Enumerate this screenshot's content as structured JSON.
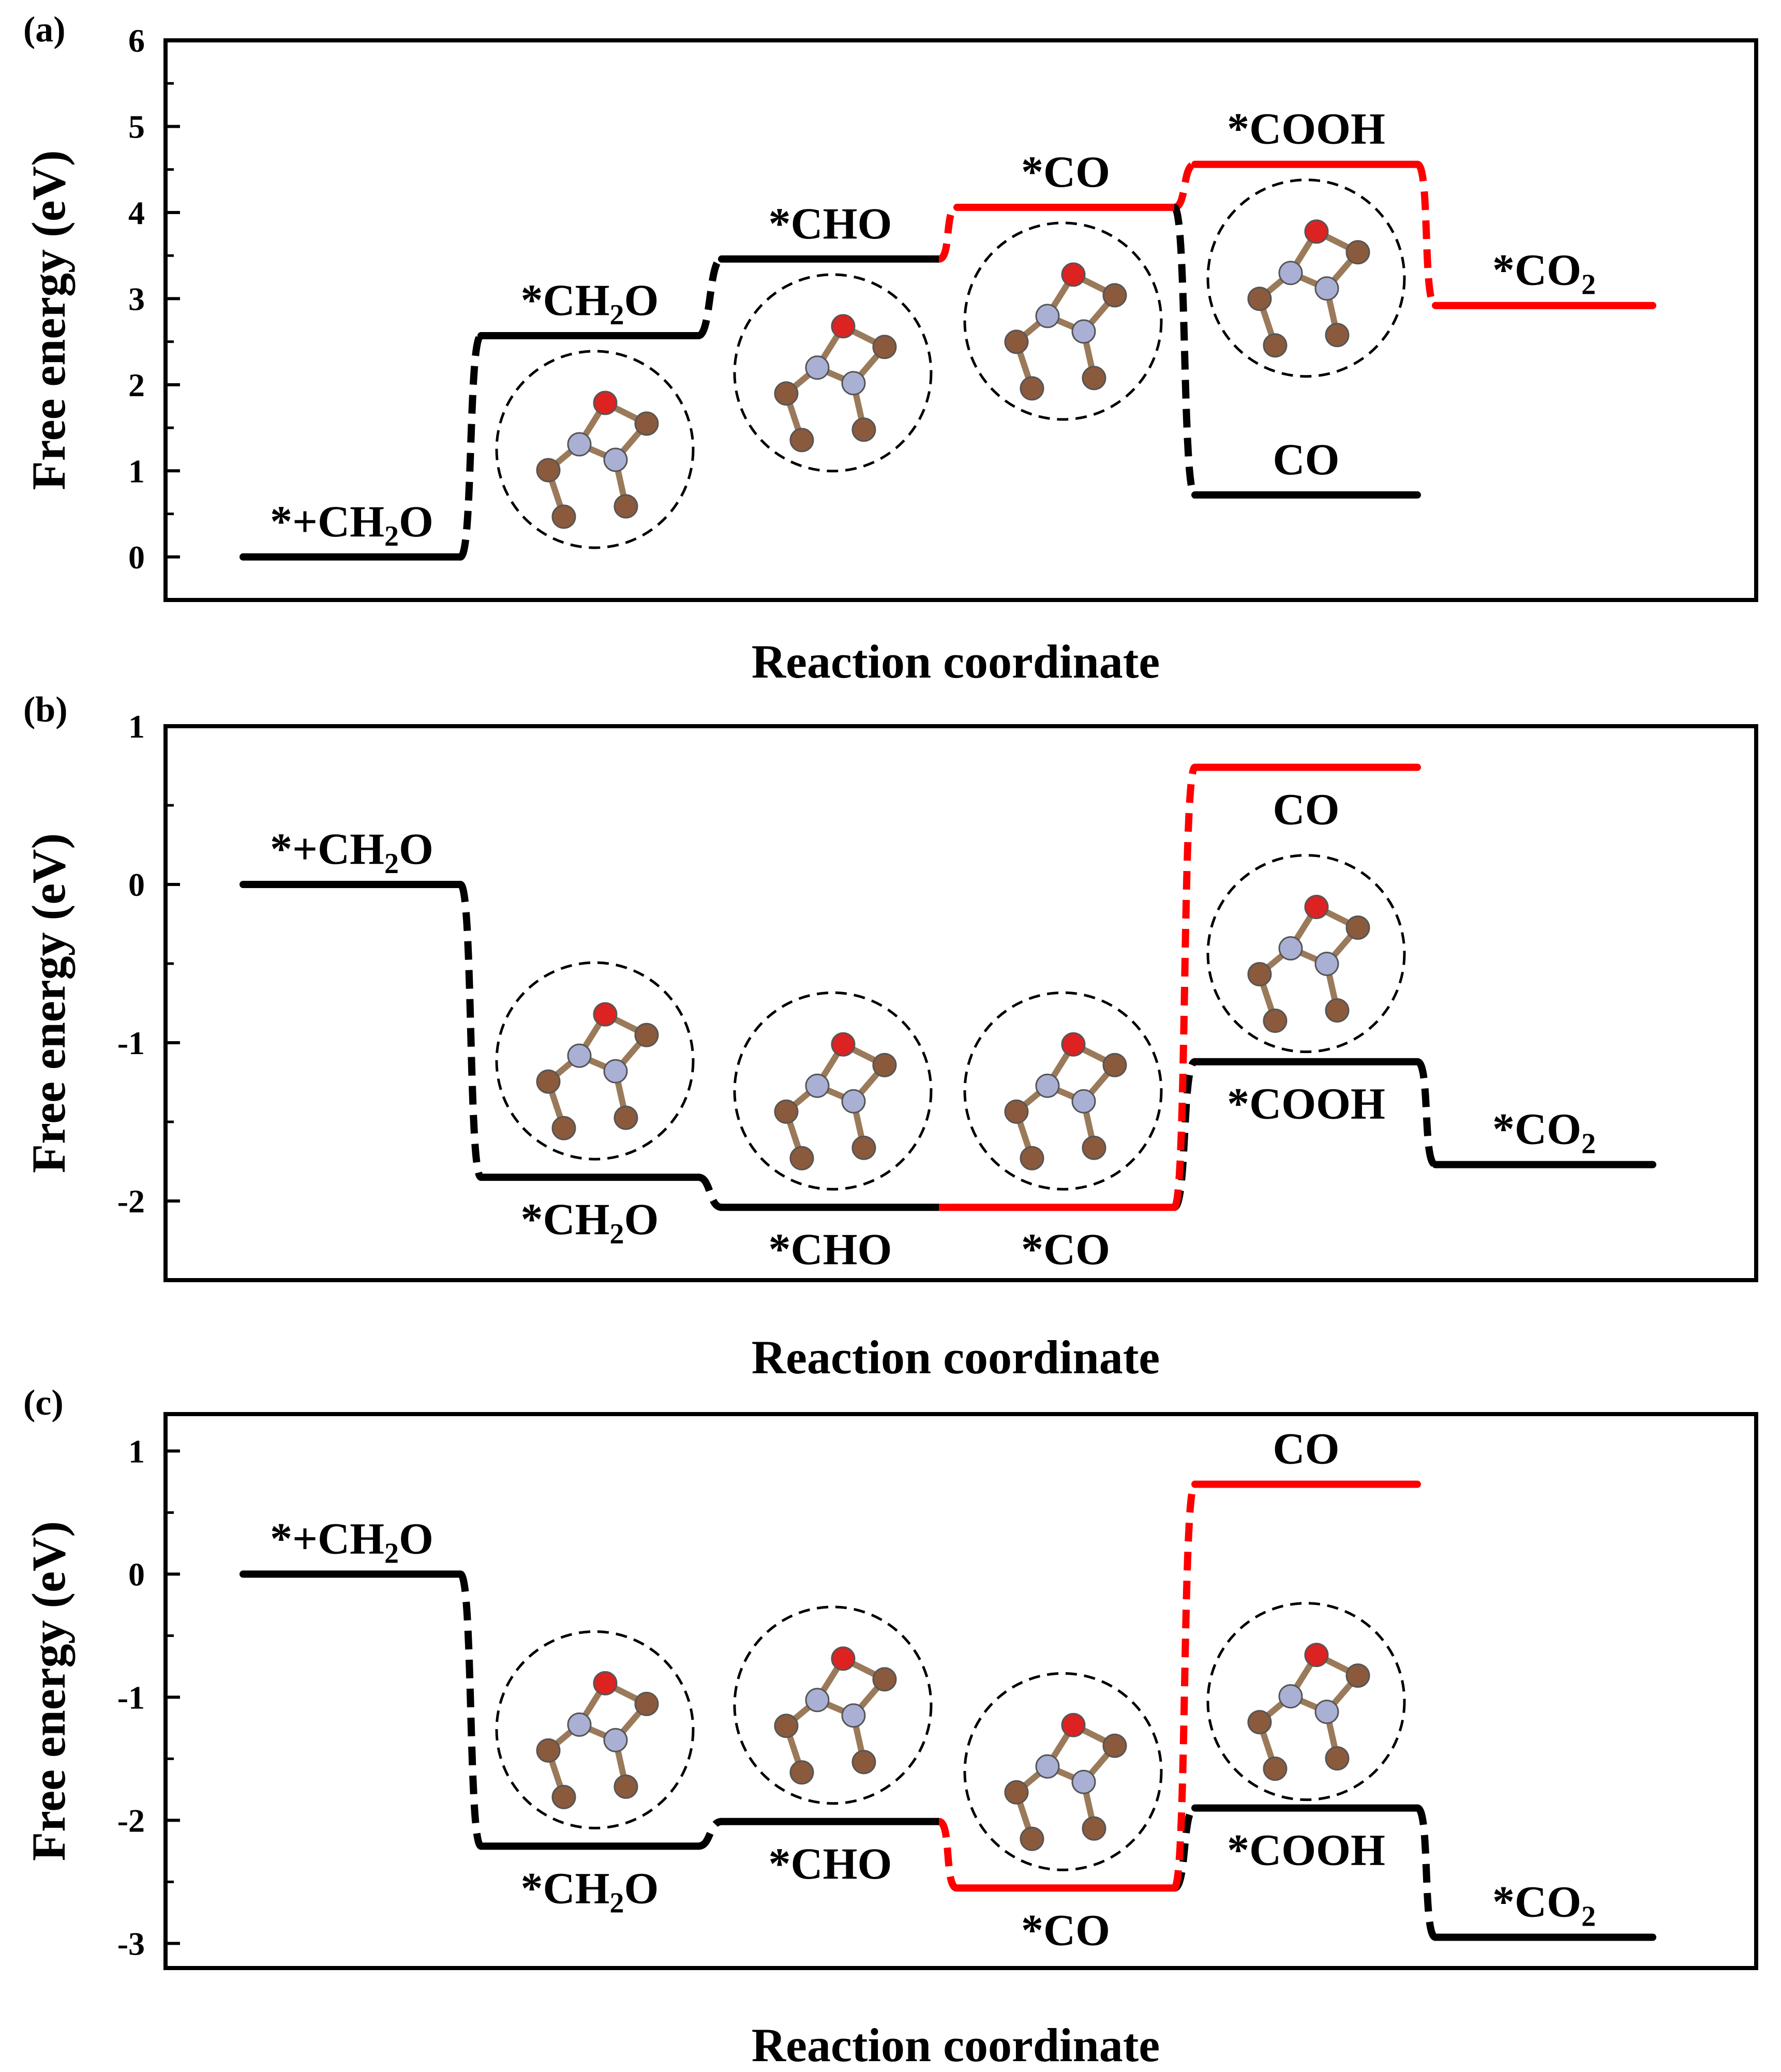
{
  "chart_data": [
    {
      "type": "line",
      "panel_label": "(a)",
      "ylabel": "Free energy (eV)",
      "xlabel": "Reaction coordinate",
      "ylim": [
        -0.5,
        6
      ],
      "yticks": [
        "0",
        "1",
        "2",
        "3",
        "4",
        "5",
        "6"
      ],
      "ytick_values": [
        0,
        1,
        2,
        3,
        4,
        5,
        6
      ],
      "grid": false,
      "levels": [
        {
          "label": "*+CH₂O",
          "label_main": "*+CH",
          "sub": "2",
          "label_tail": "O",
          "value": 0.0,
          "color": "#000000",
          "label_pos": "above"
        },
        {
          "label": "*CH₂O",
          "label_main": "*CH",
          "sub": "2",
          "label_tail": "O",
          "value": 2.57,
          "color": "#000000",
          "label_pos": "above"
        },
        {
          "label": "*CHO",
          "label_main": "*CHO",
          "sub": "",
          "label_tail": "",
          "value": 3.46,
          "color": "#000000",
          "label_pos": "above"
        },
        {
          "label": "*CO",
          "label_main": "*CO",
          "sub": "",
          "label_tail": "",
          "value": 4.06,
          "color": "#ff0000",
          "label_pos": "above"
        },
        {
          "label": "*COOH",
          "label_main": "*COOH",
          "sub": "",
          "label_tail": "",
          "value": 4.56,
          "color": "#ff0000",
          "label_pos": "above"
        },
        {
          "label": "*CO₂",
          "label_main": "*CO",
          "sub": "2",
          "label_tail": "",
          "value": 2.92,
          "color": "#ff0000",
          "label_pos": "above"
        }
      ],
      "branch": {
        "label": "CO",
        "value": 0.72,
        "color": "#000000",
        "from_level": 3,
        "label_pos": "above"
      }
    },
    {
      "type": "line",
      "panel_label": "(b)",
      "ylabel": "Free energy (eV)",
      "xlabel": "Reaction coordinate",
      "ylim": [
        -2.5,
        1
      ],
      "yticks": [
        "-2",
        "-1",
        "0",
        "1"
      ],
      "ytick_values": [
        -2,
        -1,
        0,
        1
      ],
      "grid": false,
      "levels": [
        {
          "label": "*+CH₂O",
          "label_main": "*+CH",
          "sub": "2",
          "label_tail": "O",
          "value": 0.0,
          "color": "#000000",
          "label_pos": "above"
        },
        {
          "label": "*CH₂O",
          "label_main": "*CH",
          "sub": "2",
          "label_tail": "O",
          "value": -1.85,
          "color": "#000000",
          "label_pos": "below"
        },
        {
          "label": "*CHO",
          "label_main": "*CHO",
          "sub": "",
          "label_tail": "",
          "value": -2.04,
          "color": "#000000",
          "label_pos": "below"
        },
        {
          "label": "*CO",
          "label_main": "*CO",
          "sub": "",
          "label_tail": "",
          "value": -2.04,
          "color": "#ff0000",
          "label_pos": "below"
        },
        {
          "label": "*COOH",
          "label_main": "*COOH",
          "sub": "",
          "label_tail": "",
          "value": -1.12,
          "color": "#000000",
          "label_pos": "below"
        },
        {
          "label": "*CO₂",
          "label_main": "*CO",
          "sub": "2",
          "label_tail": "",
          "value": -1.77,
          "color": "#000000",
          "label_pos": "above"
        }
      ],
      "branch": {
        "label": "CO",
        "value": 0.74,
        "color": "#ff0000",
        "from_level": 3,
        "label_pos": "below"
      }
    },
    {
      "type": "line",
      "panel_label": "(c)",
      "ylabel": "Free energy (eV)",
      "xlabel": "Reaction coordinate",
      "ylim": [
        -3.2,
        1.3
      ],
      "yticks": [
        "-3",
        "-2",
        "-1",
        "0",
        "1"
      ],
      "ytick_values": [
        -3,
        -2,
        -1,
        0,
        1
      ],
      "grid": false,
      "levels": [
        {
          "label": "*+CH₂O",
          "label_main": "*+CH",
          "sub": "2",
          "label_tail": "O",
          "value": 0.0,
          "color": "#000000",
          "label_pos": "above"
        },
        {
          "label": "*CH₂O",
          "label_main": "*CH",
          "sub": "2",
          "label_tail": "O",
          "value": -2.21,
          "color": "#000000",
          "label_pos": "below"
        },
        {
          "label": "*CHO",
          "label_main": "*CHO",
          "sub": "",
          "label_tail": "",
          "value": -2.01,
          "color": "#000000",
          "label_pos": "below"
        },
        {
          "label": "*CO",
          "label_main": "*CO",
          "sub": "",
          "label_tail": "",
          "value": -2.55,
          "color": "#ff0000",
          "label_pos": "below"
        },
        {
          "label": "*COOH",
          "label_main": "*COOH",
          "sub": "",
          "label_tail": "",
          "value": -1.9,
          "color": "#000000",
          "label_pos": "below"
        },
        {
          "label": "*CO₂",
          "label_main": "*CO",
          "sub": "2",
          "label_tail": "",
          "value": -2.95,
          "color": "#000000",
          "label_pos": "above"
        }
      ],
      "branch": {
        "label": "CO",
        "value": 0.73,
        "color": "#ff0000",
        "from_level": 3,
        "label_pos": "above"
      }
    }
  ]
}
